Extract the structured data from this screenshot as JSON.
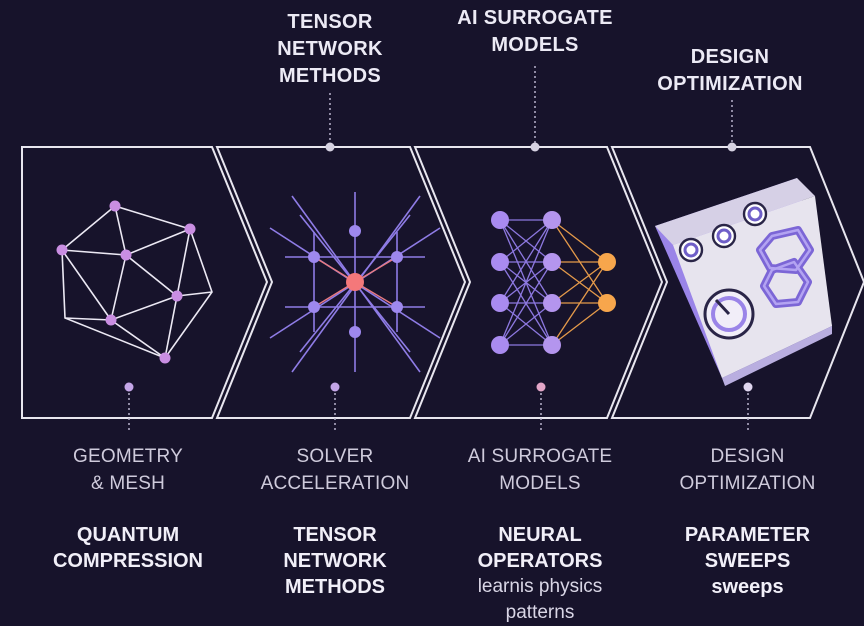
{
  "stages": [
    {
      "top_label": [],
      "mid_label": [
        "GEOMETRY",
        "& MESH"
      ],
      "bottom_title": [
        "QUANTUM",
        "COMPRESSION"
      ],
      "bottom_sub": [],
      "icon": "polygon-mesh-icon"
    },
    {
      "top_label": [
        "TENSOR",
        "NETWORK",
        "METHODS"
      ],
      "mid_label": [
        "SOLVER",
        "ACCELERATION"
      ],
      "bottom_title": [
        "TENSOR",
        "NETWORK",
        "METHODS"
      ],
      "bottom_sub": [],
      "icon": "tensor-network-icon"
    },
    {
      "top_label": [
        "AI SURROGATE",
        "MODELS"
      ],
      "mid_label": [
        "AI SURROGATE",
        "MODELS"
      ],
      "bottom_title": [
        "NEURAL",
        "OPERATORS"
      ],
      "bottom_sub": [
        "learnis physics",
        "patterns"
      ],
      "icon": "neural-network-icon"
    },
    {
      "top_label": [
        "DESIGN",
        "OPTIMIZATION"
      ],
      "mid_label": [
        "DESIGN",
        "OPTIMIZATION"
      ],
      "bottom_title": [
        "PARAMETER",
        "SWEEPS",
        "sweeps"
      ],
      "bottom_sub": [],
      "icon": "control-panel-knobs-icon"
    }
  ],
  "colors": {
    "background": "#17132b",
    "outline": "#e8e6ef",
    "node_purple": "#a98bf0",
    "node_pink": "#d08ee0",
    "node_orange": "#f7a64c",
    "node_red": "#f4787a",
    "panel_light": "#e7e4ee",
    "panel_purple": "#9a84e8"
  }
}
